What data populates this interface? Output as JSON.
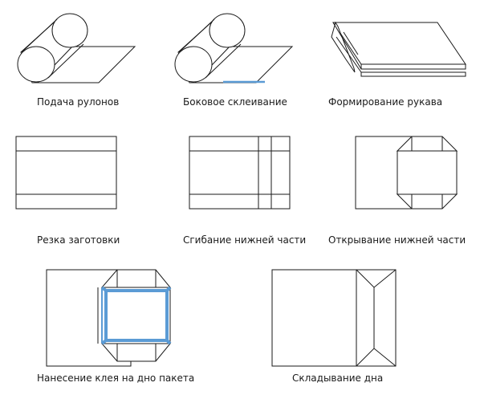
{
  "colors": {
    "line": "#1a1a1a",
    "glue": "#5b9bd5"
  },
  "steps": [
    {
      "id": "roll-feed",
      "label": "Подача рулонов"
    },
    {
      "id": "side-gluing",
      "label": "Боковое склеивание"
    },
    {
      "id": "sleeve-forming",
      "label": "Формирование рукава"
    },
    {
      "id": "blank-cutting",
      "label": "Резка заготовки"
    },
    {
      "id": "bottom-folding",
      "label": "Сгибание нижней части"
    },
    {
      "id": "bottom-opening",
      "label": "Открывание нижней части"
    },
    {
      "id": "bottom-glue",
      "label": "Нанесение клея на дно пакета"
    },
    {
      "id": "bottom-closing",
      "label": "Складывание дна"
    }
  ]
}
